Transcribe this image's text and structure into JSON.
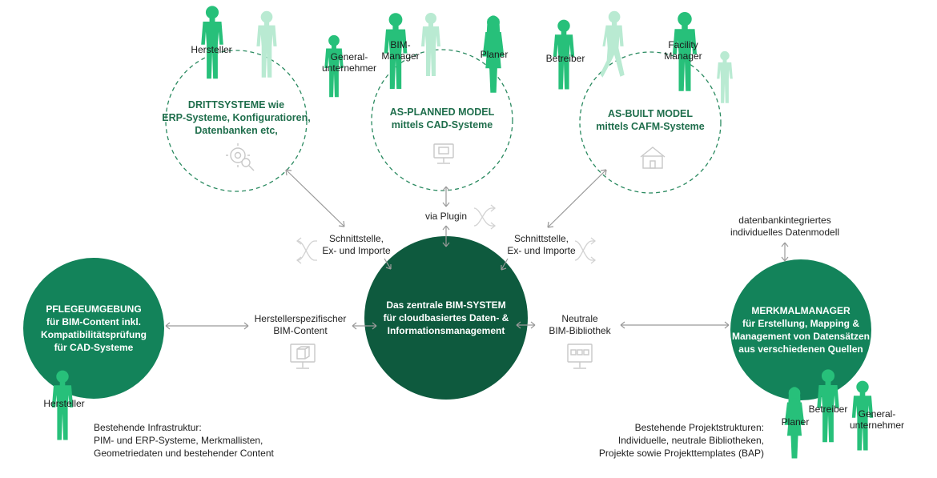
{
  "colors": {
    "accent_green": "#27c07a",
    "light_green": "#b9ead2",
    "dark_green": "#0e5a3e",
    "mid_green": "#13835a",
    "dashed_circle": "#2a8a60",
    "connector": "#9a9a9a",
    "icon_gray": "#c8c8c8"
  },
  "circles": {
    "drittsysteme": {
      "lines": [
        "DRITTSYSTEME wie",
        "ERP-Systeme, Konfiguratioren,",
        "Datenbanken etc,"
      ],
      "icon": "settings-search-icon"
    },
    "as_planned": {
      "lines": [
        "AS-PLANNED MODEL",
        "mittels CAD-Systeme"
      ],
      "icon": "monitor-icon"
    },
    "as_built": {
      "lines": [
        "AS-BUILT MODEL",
        "mittels CAFM-Systeme"
      ],
      "icon": "house-icon"
    },
    "pflege": {
      "lines": [
        "PFLEGEUMGEBUNG",
        "für BIM-Content inkl.",
        "Kompatibilitätsprüfung",
        "für CAD-Systeme"
      ]
    },
    "zentral": {
      "lines": [
        "Das zentrale BIM-SYSTEM",
        "für cloudbasiertes Daten- &",
        "Informationsmanagement"
      ]
    },
    "merkmal": {
      "lines": [
        "MERKMALMANAGER",
        "für Erstellung, Mapping &",
        "Management von Datensätzen",
        "aus verschiedenen Quellen"
      ]
    }
  },
  "connectors": {
    "via_plugin": "via Plugin",
    "schnittstelle_left": [
      "Schnittstelle,",
      "Ex- und Importe"
    ],
    "schnittstelle_right": [
      "Schnittstelle,",
      "Ex- und Importe"
    ],
    "herstellerspezifisch": [
      "Herstellerspezifischer",
      "BIM-Content"
    ],
    "neutrale": [
      "Neutrale",
      "BIM-Bibliothek"
    ],
    "datenbank": [
      "datenbankintegriertes",
      "individuelles Datenmodell"
    ]
  },
  "persons": {
    "top": {
      "hersteller": "Hersteller",
      "generalunternehmer": [
        "General-",
        "unternehmer"
      ],
      "bim_manager": [
        "BIM-",
        "Manager"
      ],
      "planer": "Planer",
      "betreiber": "Betreiber",
      "facility_manager": [
        "Facility",
        "Manager"
      ]
    },
    "bottom_left": {
      "hersteller": "Hersteller"
    },
    "bottom_right": {
      "planer": "Planer",
      "betreiber": "Betreiber",
      "generalunternehmer": [
        "General-",
        "unternehmer"
      ]
    }
  },
  "infrastructure": {
    "left": [
      "Bestehende Infrastruktur:",
      "PIM- und ERP-Systeme, Merkmallisten,",
      "Geometriedaten und bestehender Content"
    ],
    "right": [
      "Bestehende Projektstrukturen:",
      "Individuelle, neutrale Bibliotheken,",
      "Projekte sowie Projekttemplates (BAP)"
    ]
  }
}
